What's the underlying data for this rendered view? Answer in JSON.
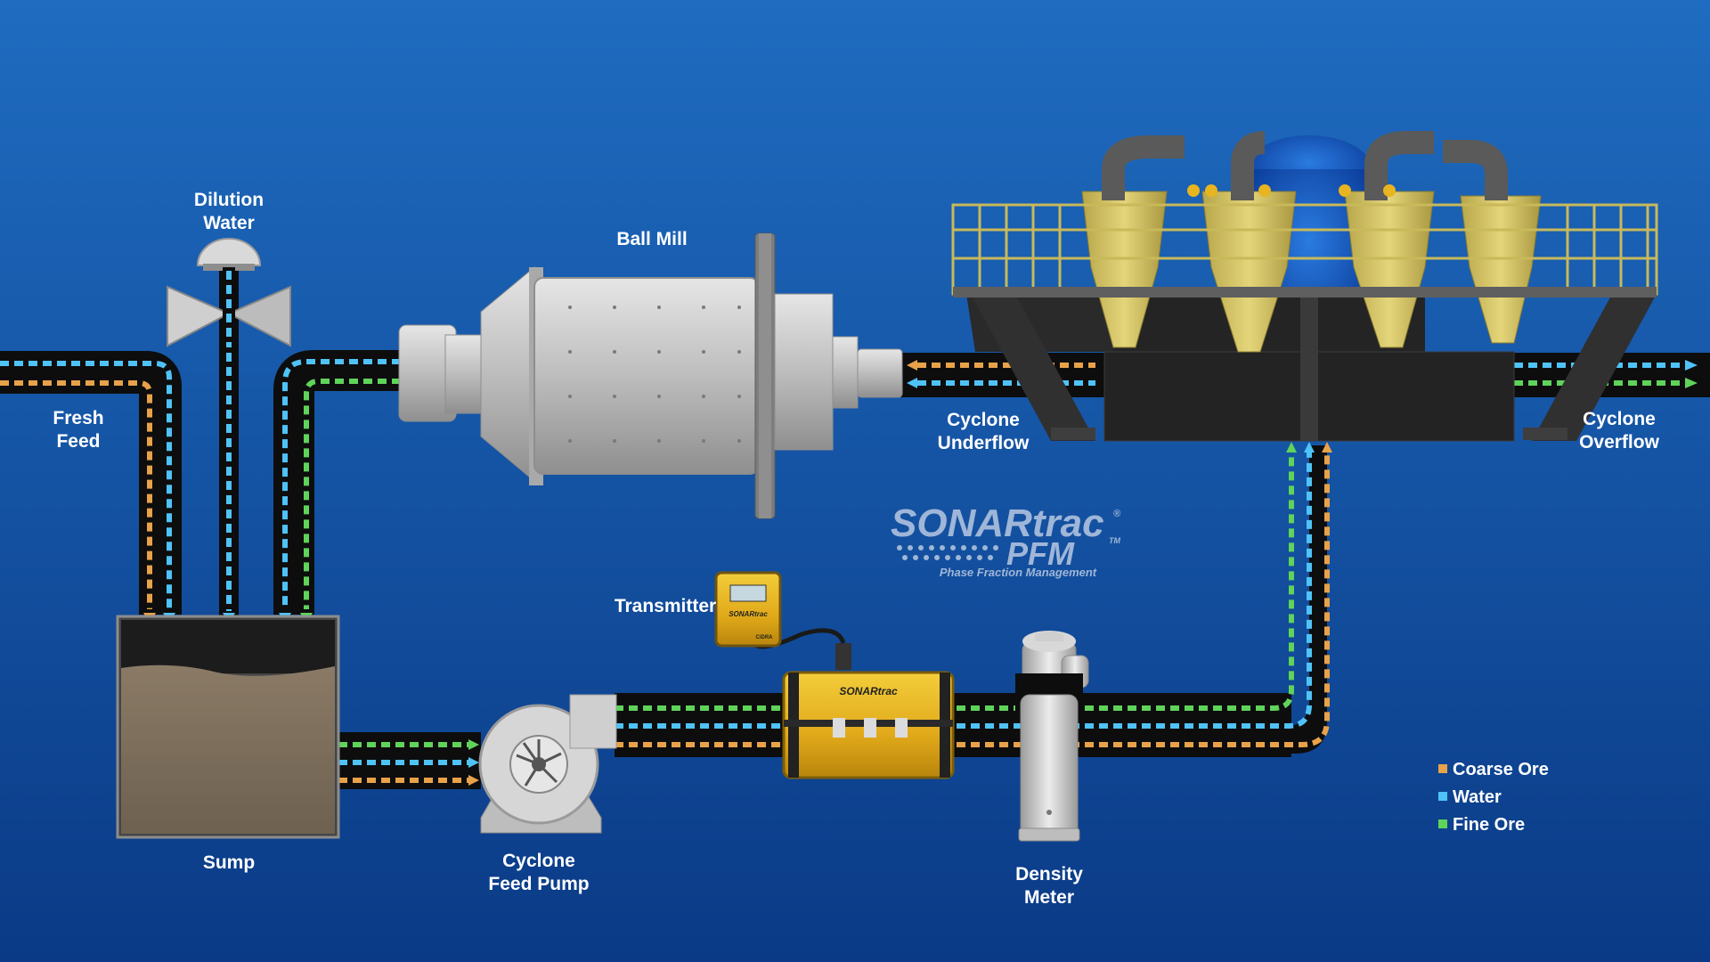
{
  "labels": {
    "dilution_water_l1": "Dilution",
    "dilution_water_l2": "Water",
    "ball_mill": "Ball Mill",
    "fresh_feed_l1": "Fresh",
    "fresh_feed_l2": "Feed",
    "cyclone_underflow_l1": "Cyclone",
    "cyclone_underflow_l2": "Underflow",
    "cyclone_overflow_l1": "Cyclone",
    "cyclone_overflow_l2": "Overflow",
    "transmitter": "Transmitter",
    "sump": "Sump",
    "cyclone_feed_pump_l1": "Cyclone",
    "cyclone_feed_pump_l2": "Feed Pump",
    "density_meter_l1": "Density",
    "density_meter_l2": "Meter"
  },
  "logo": {
    "line1": "SONARtrac",
    "line2": "PFM",
    "tagline": "Phase Fraction Management",
    "trademark": "TM",
    "registered": "®"
  },
  "device": {
    "meter_brand": "SONARtrac",
    "transmitter_brand": "SONARtrac",
    "transmitter_maker": "CiDRA"
  },
  "legend": [
    {
      "label": "Coarse Ore",
      "color": "#e8a24a"
    },
    {
      "label": "Water",
      "color": "#4fc3f7"
    },
    {
      "label": "Fine Ore",
      "color": "#5fd35a"
    }
  ],
  "colors": {
    "background_top": "#1f6cc0",
    "background_bottom": "#0a3a86",
    "pipe": "#111111",
    "coarse_ore": "#e8a24a",
    "water": "#4fc3f7",
    "fine_ore": "#5fd35a",
    "equipment_gray": "#c8c8c8",
    "equipment_yellow": "#e9b820",
    "cyclone_tan": "#d9c76a"
  }
}
